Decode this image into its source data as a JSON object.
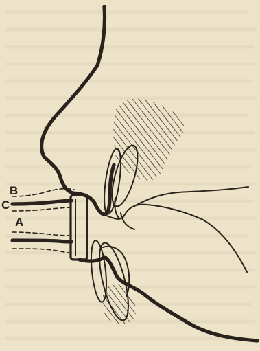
{
  "figure": {
    "labels": {
      "b": "B",
      "c": "C",
      "a": "A"
    },
    "colors": {
      "paper": "#ece3c9",
      "ink": "#2a221c",
      "bleed_text": "#ddd3b8"
    }
  }
}
